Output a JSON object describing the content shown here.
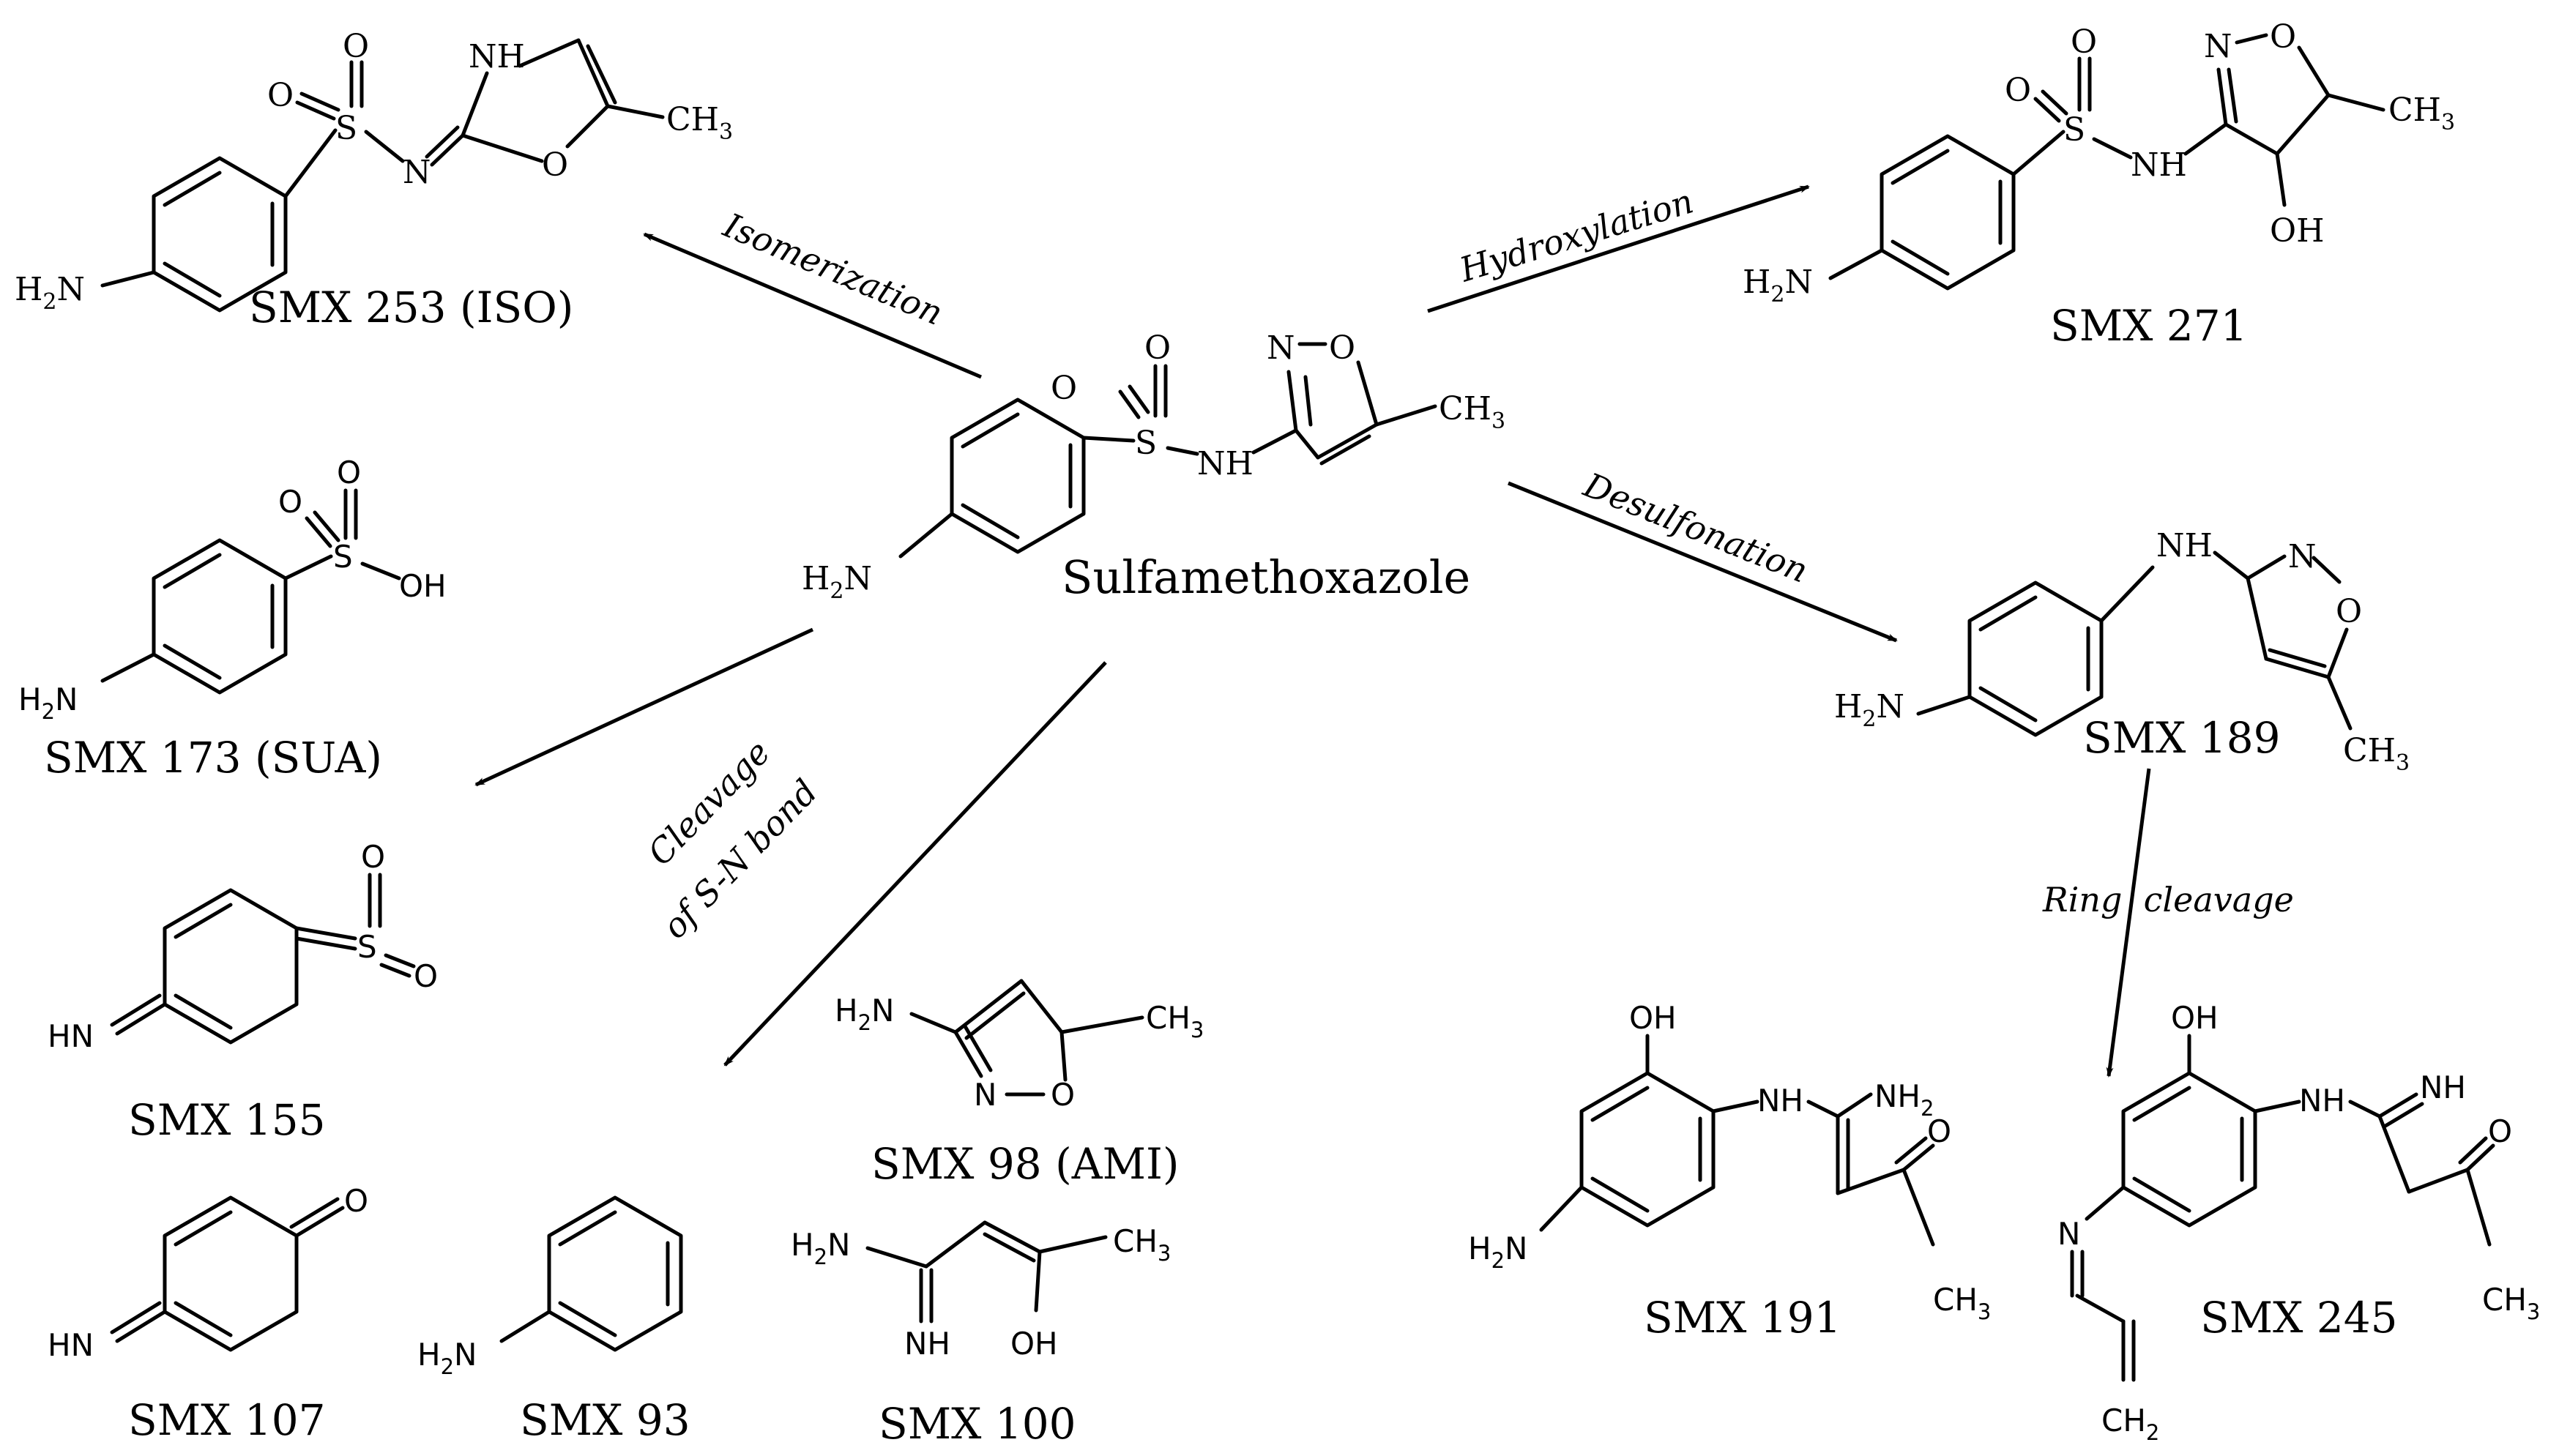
{
  "parent": {
    "name": "Sulfamethoxazole"
  },
  "reactions": {
    "isomerization": "Isomerization",
    "hydroxylation": "Hydroxylation",
    "desulfonation": "Desulfonation",
    "cleavage_line1": "Cleavage",
    "cleavage_line2": "of S-N bond",
    "ring_cleavage": "Ring  cleavage"
  },
  "products": {
    "smx253": "SMX 253 (ISO)",
    "smx271": "SMX 271",
    "smx173": "SMX 173 (SUA)",
    "smx189": "SMX 189",
    "smx155": "SMX 155",
    "smx98": "SMX 98 (AMI)",
    "smx107": "SMX 107",
    "smx93": "SMX 93",
    "smx100": "SMX 100",
    "smx191": "SMX 191",
    "smx245": "SMX 245"
  },
  "atoms": {
    "O": "O",
    "S": "S",
    "N": "N",
    "NH": "NH",
    "OH": "OH",
    "H2N": "H",
    "HN": "HN",
    "CH3": "CH",
    "NH2": "NH",
    "CH2": "CH",
    "sub2": "2",
    "sub3": "3"
  }
}
